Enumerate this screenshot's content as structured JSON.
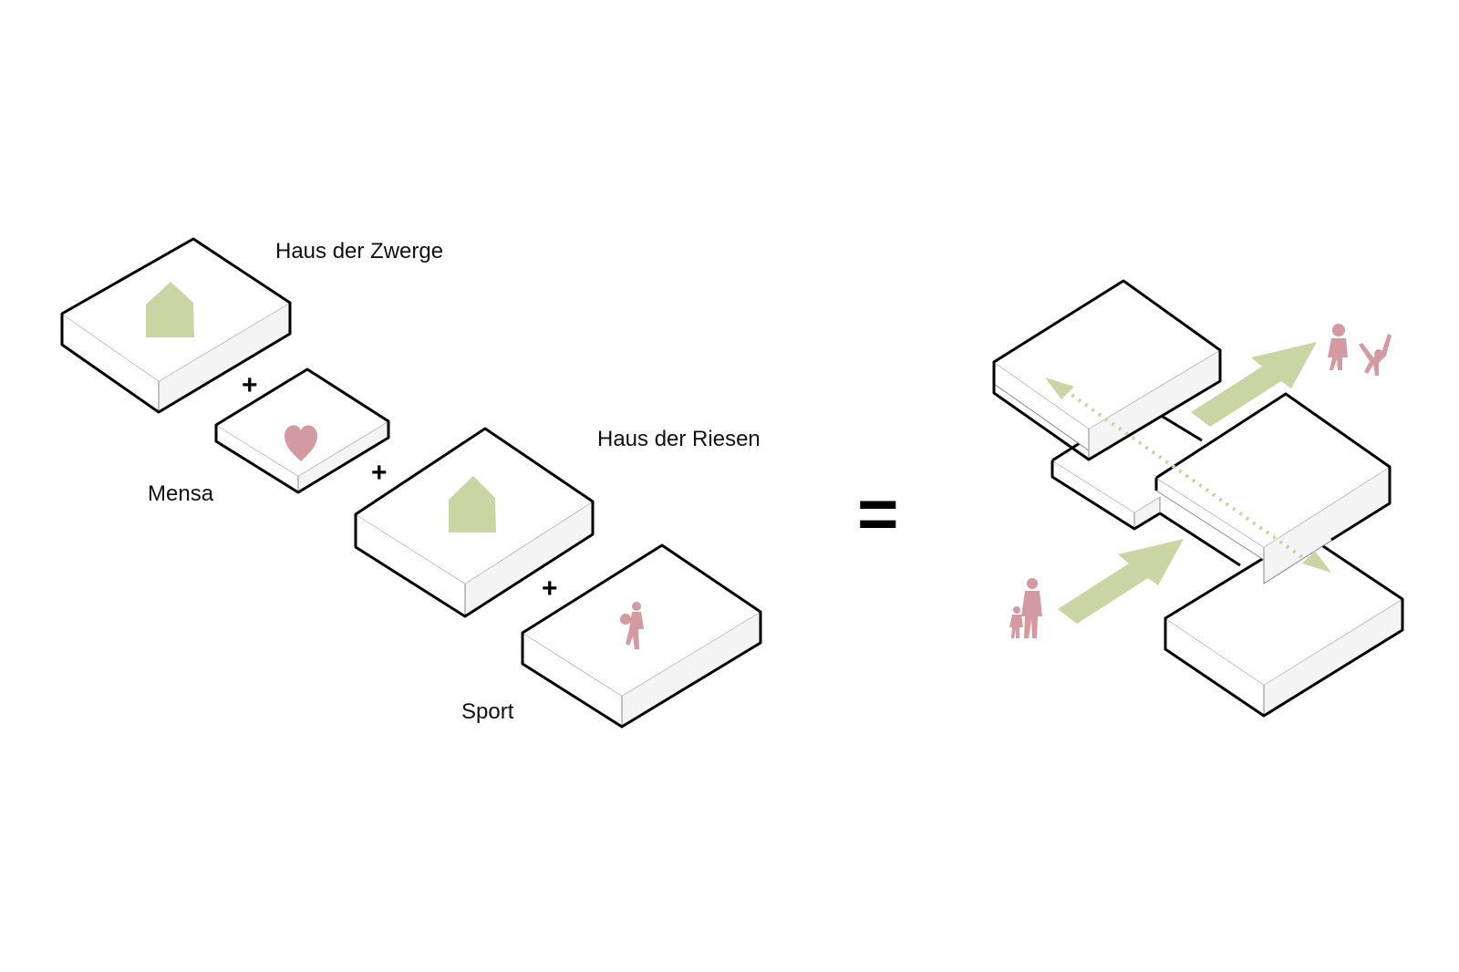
{
  "labels": {
    "haus_zwerge": "Haus der Zwerge",
    "mensa": "Mensa",
    "haus_riesen": "Haus der Riesen",
    "sport": "Sport"
  },
  "operators": {
    "plus": "+",
    "equals": "="
  },
  "icons": {
    "house": "house-icon",
    "heart": "heart-icon",
    "child_ball": "child-ball-icon",
    "adult_child": "adult-child-icon",
    "children_playing": "children-playing-icon",
    "arrow": "arrow-icon"
  },
  "colors": {
    "green": "#c9d6a3",
    "pink": "#d39aa2",
    "outline": "#000000",
    "side_face": "#f4f4f4"
  }
}
